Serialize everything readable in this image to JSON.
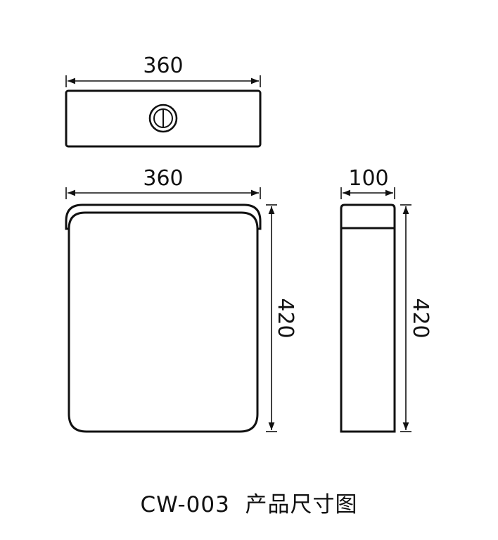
{
  "drawing": {
    "top_view": {
      "width_label": "360",
      "button_icon": "dual-flush-button-icon"
    },
    "front_view": {
      "width_label": "360",
      "height_label": "420"
    },
    "side_view": {
      "depth_label": "100",
      "height_label": "420"
    },
    "caption": "CW-003  产品尺寸图"
  },
  "colors": {
    "line": "#111111",
    "background": "#ffffff"
  }
}
